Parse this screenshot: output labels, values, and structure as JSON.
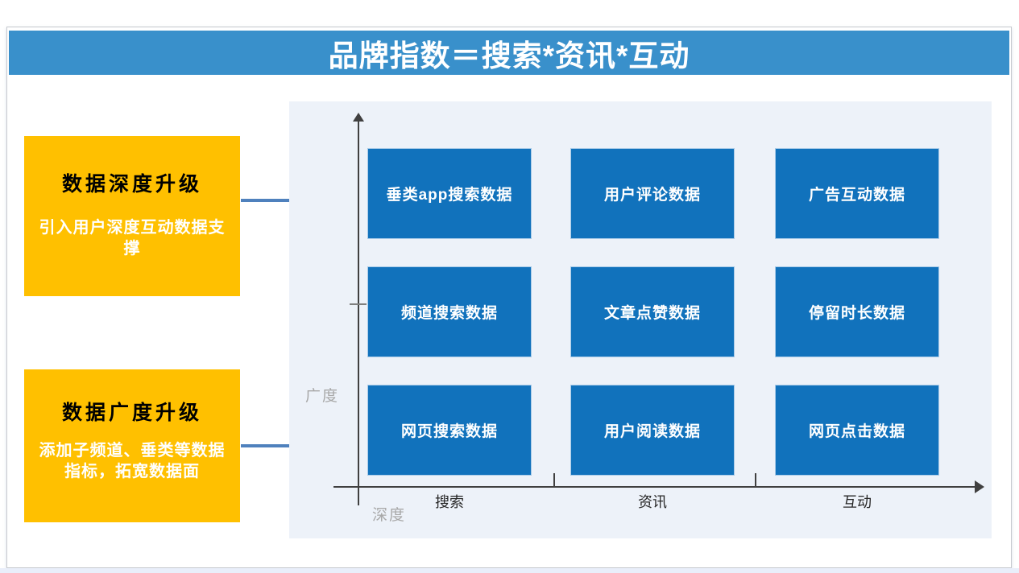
{
  "slide": {
    "title": "品牌指数＝搜索*资讯*互动"
  },
  "left_panels": [
    {
      "title": "数据深度升级",
      "desc": "引入用户深度互动数据支撑"
    },
    {
      "title": "数据广度升级",
      "desc": "添加子频道、垂类等数据指标，拓宽数据面"
    }
  ],
  "chart_data": {
    "type": "table",
    "axes": {
      "y_label": "广度",
      "origin_label": "深度"
    },
    "categories": [
      "搜索",
      "资讯",
      "互动"
    ],
    "rows": [
      {
        "cells": [
          "垂类app搜索数据",
          "用户评论数据",
          "广告互动数据"
        ]
      },
      {
        "cells": [
          "频道搜索数据",
          "文章点赞数据",
          "停留时长数据"
        ]
      },
      {
        "cells": [
          "网页搜索数据",
          "用户阅读数据",
          "网页点击数据"
        ]
      }
    ],
    "layout": {
      "legend": false,
      "grid": false,
      "y_axis_arrow": "up",
      "x_axis_arrow": "right"
    }
  },
  "colors": {
    "title_bar_blue": "#3990CB",
    "cell_blue": "#1172BC",
    "panel_orange": "#FFC000",
    "chart_bg": "#EDF2F9",
    "arrow_blue": "#4F81BD",
    "axis_label_gray": "#A8A8A8"
  }
}
